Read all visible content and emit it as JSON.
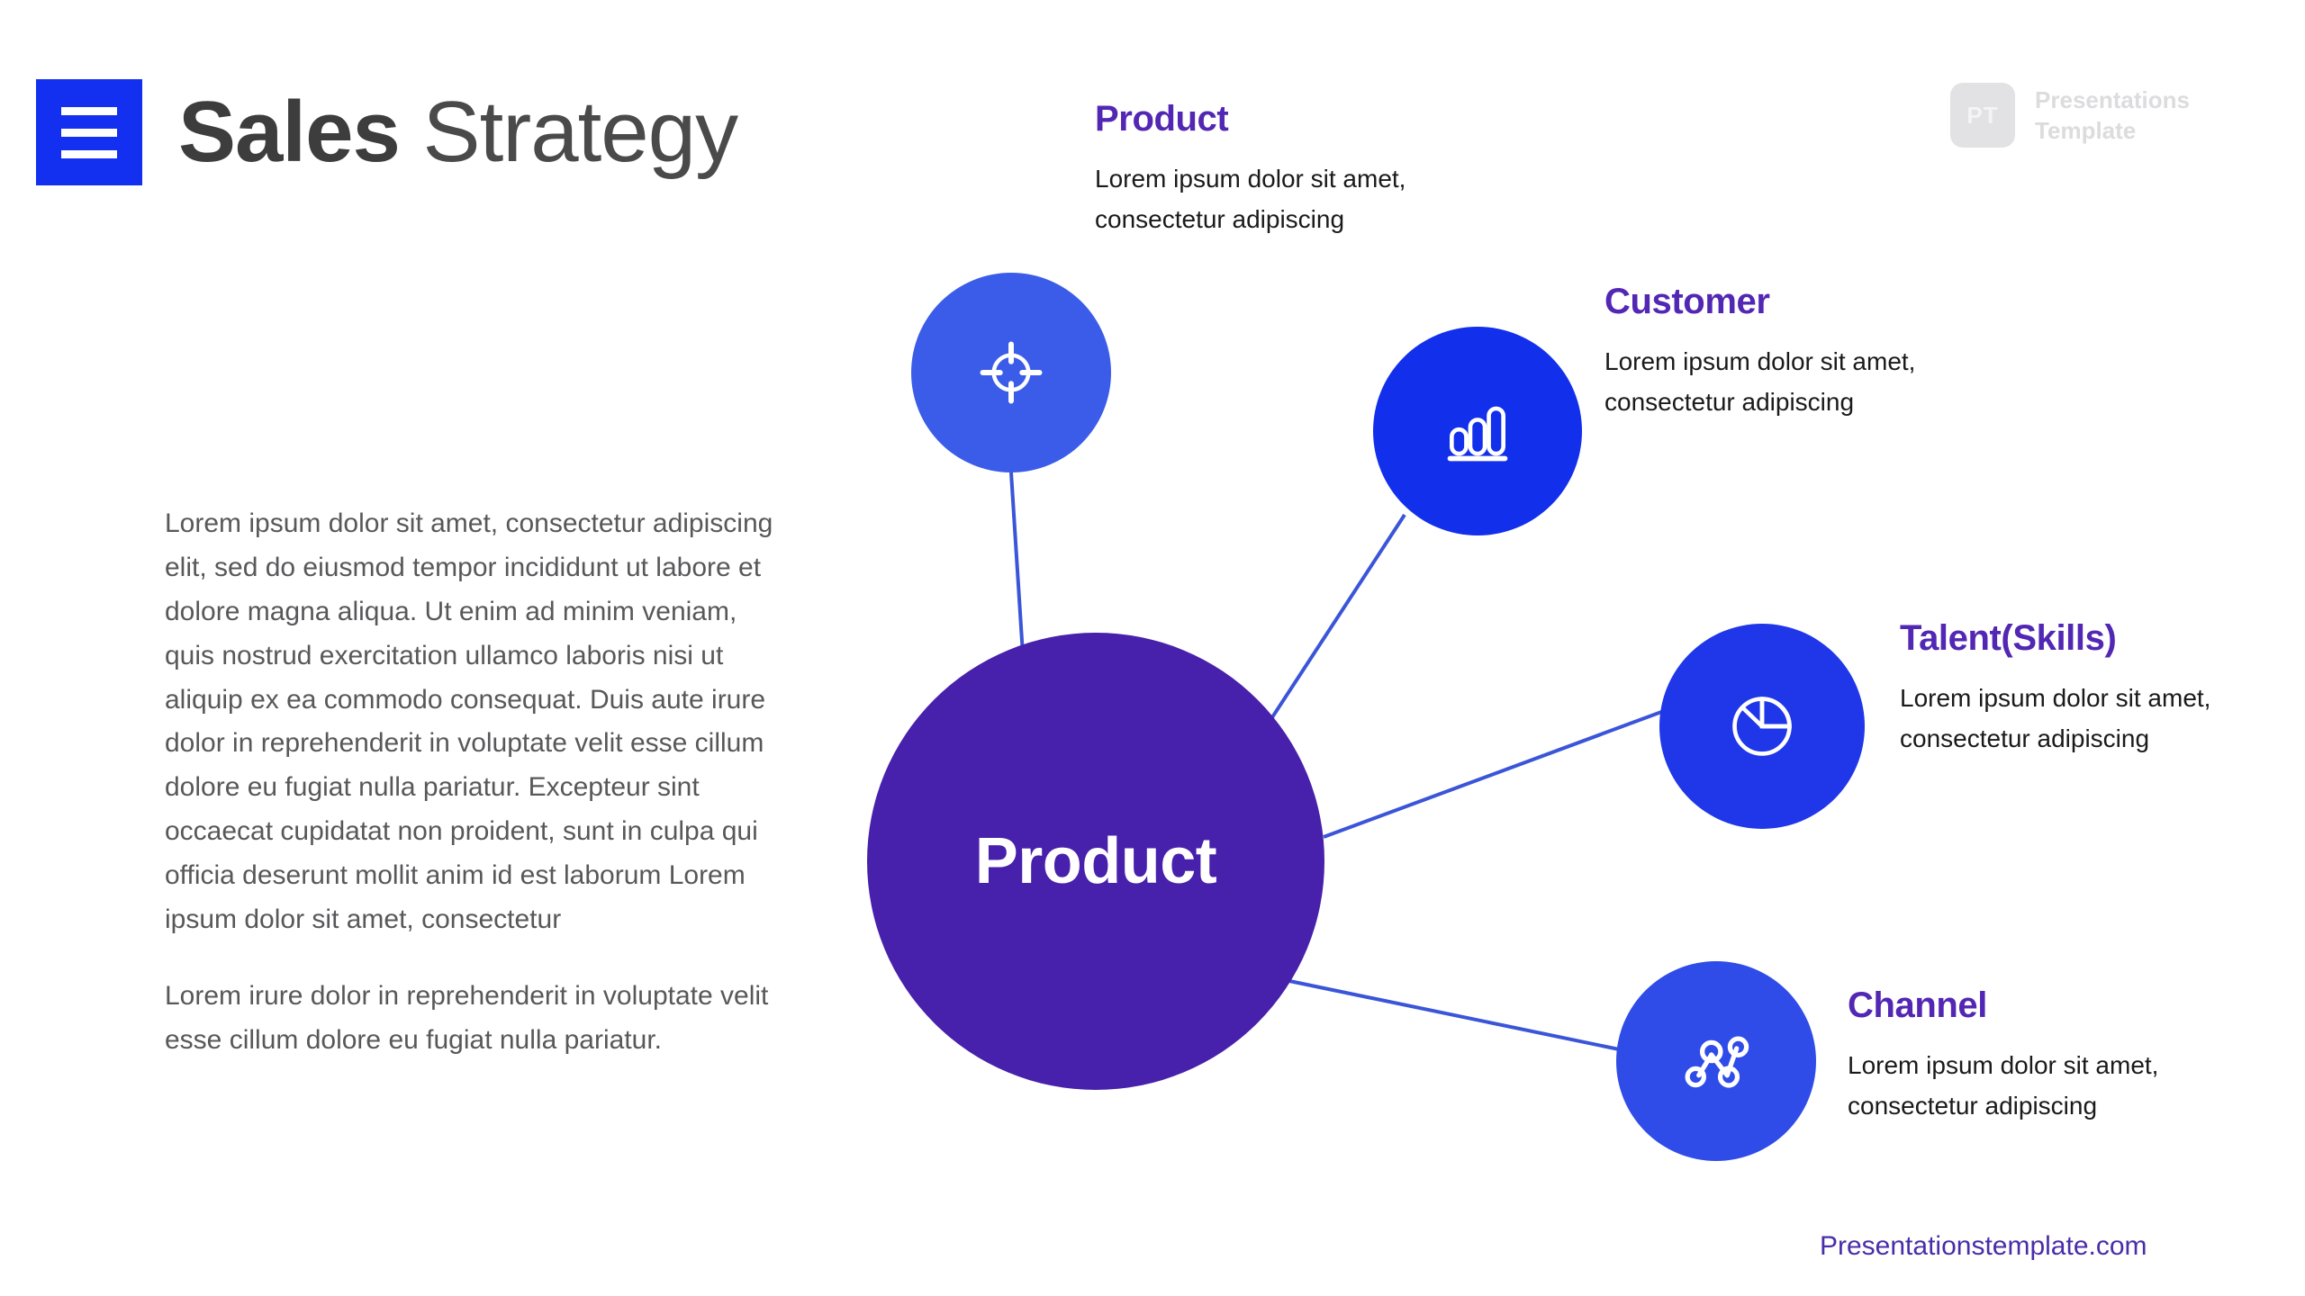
{
  "header": {
    "menu_icon": "hamburger-icon",
    "title_bold": "Sales",
    "title_light": "Strategy"
  },
  "watermark": {
    "badge": "PT",
    "line1": "Presentations",
    "line2": "Template"
  },
  "body_copy": {
    "paragraph1": "Lorem ipsum dolor sit amet, consectetur adipiscing elit, sed do eiusmod tempor incididunt ut labore et dolore magna aliqua. Ut enim ad minim veniam, quis nostrud exercitation ullamco laboris nisi ut aliquip ex ea commodo consequat. Duis aute irure dolor in reprehenderit in voluptate velit esse cillum dolore eu fugiat nulla pariatur. Excepteur sint occaecat cupidatat non proident, sunt in culpa qui officia deserunt mollit anim id est laborum Lorem ipsum dolor sit amet, consectetur",
    "paragraph2": "Lorem irure dolor in reprehenderit in voluptate velit esse cillum dolore eu fugiat nulla pariatur."
  },
  "diagram": {
    "center_label": "Product",
    "center_color": "#4720ab",
    "line_color": "#3a55d8",
    "nodes": [
      {
        "key": "product",
        "icon": "target-icon",
        "color": "#3a5ce8",
        "heading": "Product",
        "description": "Lorem ipsum dolor sit amet, consectetur adipiscing"
      },
      {
        "key": "customer",
        "icon": "bar-chart-icon",
        "color": "#122fec",
        "heading": "Customer",
        "description": "Lorem ipsum dolor sit amet, consectetur adipiscing"
      },
      {
        "key": "talent",
        "icon": "pie-chart-icon",
        "color": "#1f37e8",
        "heading": "Talent(Skills)",
        "description": "Lorem ipsum dolor sit amet, consectetur adipiscing"
      },
      {
        "key": "channel",
        "icon": "network-nodes-icon",
        "color": "#2f4ce8",
        "heading": "Channel",
        "description": "Lorem ipsum dolor sit amet, consectetur adipiscing"
      }
    ]
  },
  "footer": {
    "link": "Presentationstemplate.com"
  },
  "colors": {
    "accent_purple": "#5227b4",
    "accent_blue": "#1330f0",
    "center_purple": "#4720ab",
    "body_text": "#58585a",
    "title_text": "#4a4a4a"
  }
}
